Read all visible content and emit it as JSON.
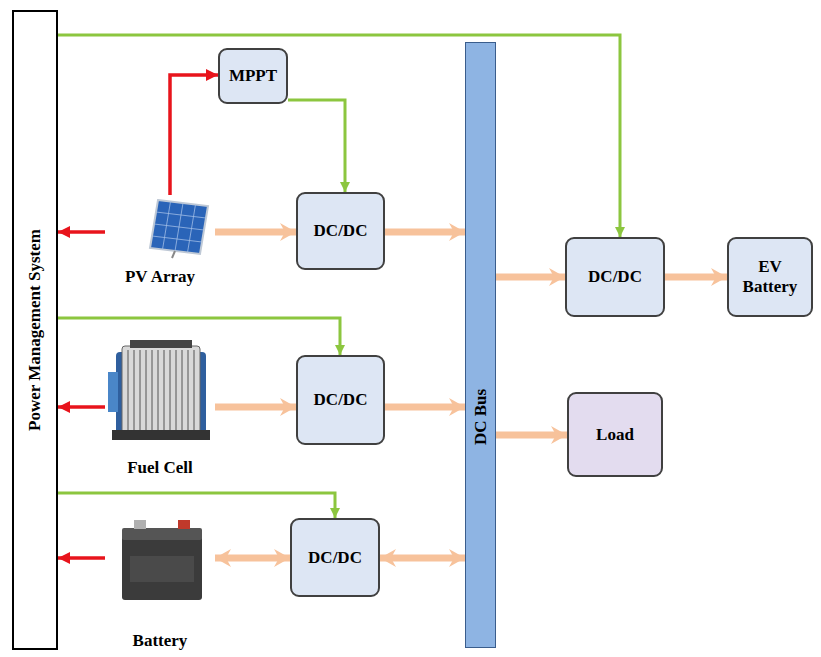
{
  "diagram": {
    "nodes": [
      {
        "text": [
          "Power Management System"
        ]
      },
      {
        "text": [
          "MPPT"
        ]
      },
      {
        "text": [
          "PV Array"
        ]
      },
      {
        "text": [
          "DC/DC"
        ]
      },
      {
        "text": [
          "DC Bus"
        ]
      },
      {
        "text": [
          "DC/DC"
        ]
      },
      {
        "text": [
          "EV Battery"
        ]
      },
      {
        "text": [
          "Fuel Cell"
        ]
      },
      {
        "text": [
          "DC/DC"
        ]
      },
      {
        "text": [
          "Load"
        ]
      },
      {
        "text": [
          "Battery"
        ]
      },
      {
        "text": [
          "DC/DC"
        ]
      }
    ],
    "edges": [
      {
        "from": 0,
        "to": 5,
        "arrow": "to"
      },
      {
        "from": 2,
        "to": 1,
        "arrow": "to"
      },
      {
        "from": 1,
        "to": 3,
        "arrow": "to"
      },
      {
        "from": 2,
        "to": 0,
        "arrow": "to"
      },
      {
        "from": 2,
        "to": 3,
        "arrow": "to"
      },
      {
        "from": 3,
        "to": 4,
        "arrow": "to"
      },
      {
        "from": 0,
        "to": 8,
        "arrow": "to"
      },
      {
        "from": 7,
        "to": 0,
        "arrow": "to"
      },
      {
        "from": 7,
        "to": 8,
        "arrow": "to"
      },
      {
        "from": 8,
        "to": 4,
        "arrow": "to"
      },
      {
        "from": 0,
        "to": 11,
        "arrow": "to"
      },
      {
        "from": 10,
        "to": 0,
        "arrow": "to"
      },
      {
        "from": 10,
        "to": 11,
        "arrow": "both"
      },
      {
        "from": 11,
        "to": 4,
        "arrow": "both"
      },
      {
        "from": 4,
        "to": 5,
        "arrow": "to"
      },
      {
        "from": 5,
        "to": 6,
        "arrow": "to"
      },
      {
        "from": 4,
        "to": 9,
        "arrow": "to"
      }
    ]
  }
}
